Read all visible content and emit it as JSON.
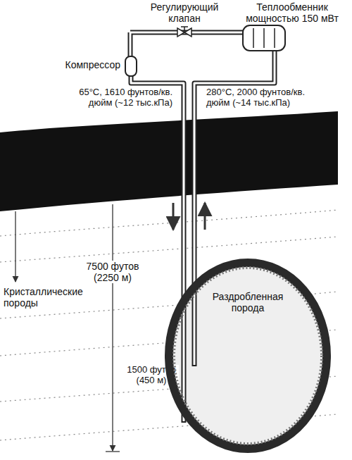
{
  "diagram": {
    "nodes": [
      {
        "text": [
          "Раздробленная порода"
        ]
      }
    ],
    "labels": [
      "Регулирующий клапан",
      "Теплообменник мощностью 150 мВт",
      "Компрессор",
      "65°С, 1610 фунтов/кв. дюйм (~12 тыс.кПа)",
      "280°С, 2000 фунтов/кв. дюйм (~14 тыс.кПа)",
      "7500 футов (2250 м)",
      "Кристаллические породы",
      "1500 футов (450 м)"
    ]
  }
}
